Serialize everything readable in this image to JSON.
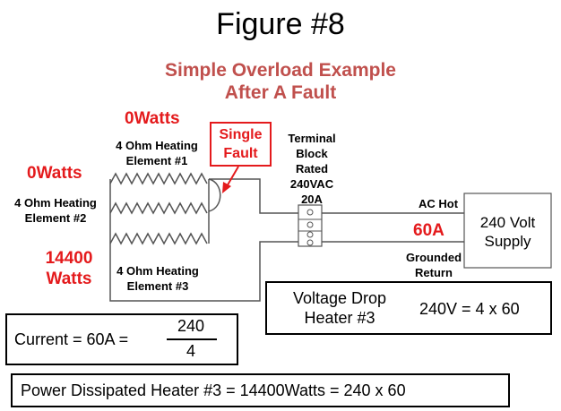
{
  "figure_title": "Figure #8",
  "subtitle_line1": "Simple Overload Example",
  "subtitle_line2": "After A Fault",
  "heater1": {
    "power": "0Watts",
    "label_line1": "4 Ohm  Heating",
    "label_line2": "Element #1"
  },
  "heater2": {
    "power": "0Watts",
    "label_line1": "4 Ohm  Heating",
    "label_line2": "Element #2"
  },
  "heater3": {
    "power_line1": "14400",
    "power_line2": "Watts",
    "label_line1": "4 Ohm  Heating",
    "label_line2": "Element #3"
  },
  "fault": {
    "line1": "Single",
    "line2": "Fault"
  },
  "terminal_block": {
    "line1": "Terminal",
    "line2": "Block",
    "line3": "Rated",
    "line4": "240VAC",
    "line5": "20A"
  },
  "ac_hot": "AC Hot",
  "current_label": "60A",
  "grounded_line1": "Grounded",
  "grounded_line2": "Return",
  "supply": {
    "line1": "240 Volt",
    "line2": "Supply"
  },
  "voltage_drop": {
    "line1": "Voltage Drop",
    "line2": "Heater #3",
    "equation": "240V = 4 x 60"
  },
  "current_eq": {
    "lhs": "Current = 60A =",
    "numerator": "240",
    "denominator": "4"
  },
  "power_eq": "Power Dissipated Heater #3 = 14400Watts = 240 x 60",
  "colors": {
    "red": "#e41a1c",
    "subtitle": "#c0504d",
    "wire": "#555555"
  }
}
